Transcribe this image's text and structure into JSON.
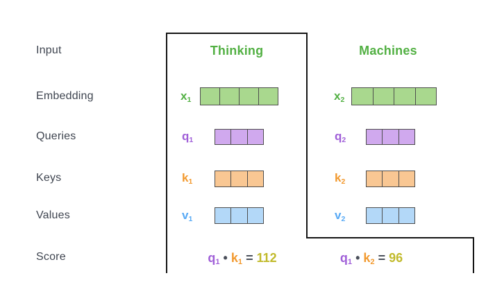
{
  "colors": {
    "green": "#52b043",
    "green-fill": "#a9d88e",
    "purple": "#a05fd8",
    "purple-fill": "#d0a9ee",
    "orange": "#f2992e",
    "orange-fill": "#f9c793",
    "blue": "#57a9f5",
    "blue-fill": "#b3d8f8",
    "yellow": "#c1ba2b",
    "ink": "#3f4550",
    "line": "#141414",
    "cell-border": "#4d4d4d"
  },
  "row_labels": [
    "Input",
    "Embedding",
    "Queries",
    "Keys",
    "Values",
    "Score"
  ],
  "columns": [
    {
      "header": "Thinking",
      "embedding": {
        "base": "x",
        "sub": "1",
        "cells": 4
      },
      "query": {
        "base": "q",
        "sub": "1",
        "cells": 3
      },
      "key": {
        "base": "k",
        "sub": "1",
        "cells": 3
      },
      "value": {
        "base": "v",
        "sub": "1",
        "cells": 3
      },
      "score": {
        "q_base": "q",
        "q_sub": "1",
        "dot": "•",
        "k_base": "k",
        "k_sub": "1",
        "equals": "=",
        "result": "112"
      }
    },
    {
      "header": "Machines",
      "embedding": {
        "base": "x",
        "sub": "2",
        "cells": 4
      },
      "query": {
        "base": "q",
        "sub": "2",
        "cells": 3
      },
      "key": {
        "base": "k",
        "sub": "2",
        "cells": 3
      },
      "value": {
        "base": "v",
        "sub": "2",
        "cells": 3
      },
      "score": {
        "q_base": "q",
        "q_sub": "1",
        "dot": "•",
        "k_base": "k",
        "k_sub": "2",
        "equals": "=",
        "result": "96"
      }
    }
  ]
}
